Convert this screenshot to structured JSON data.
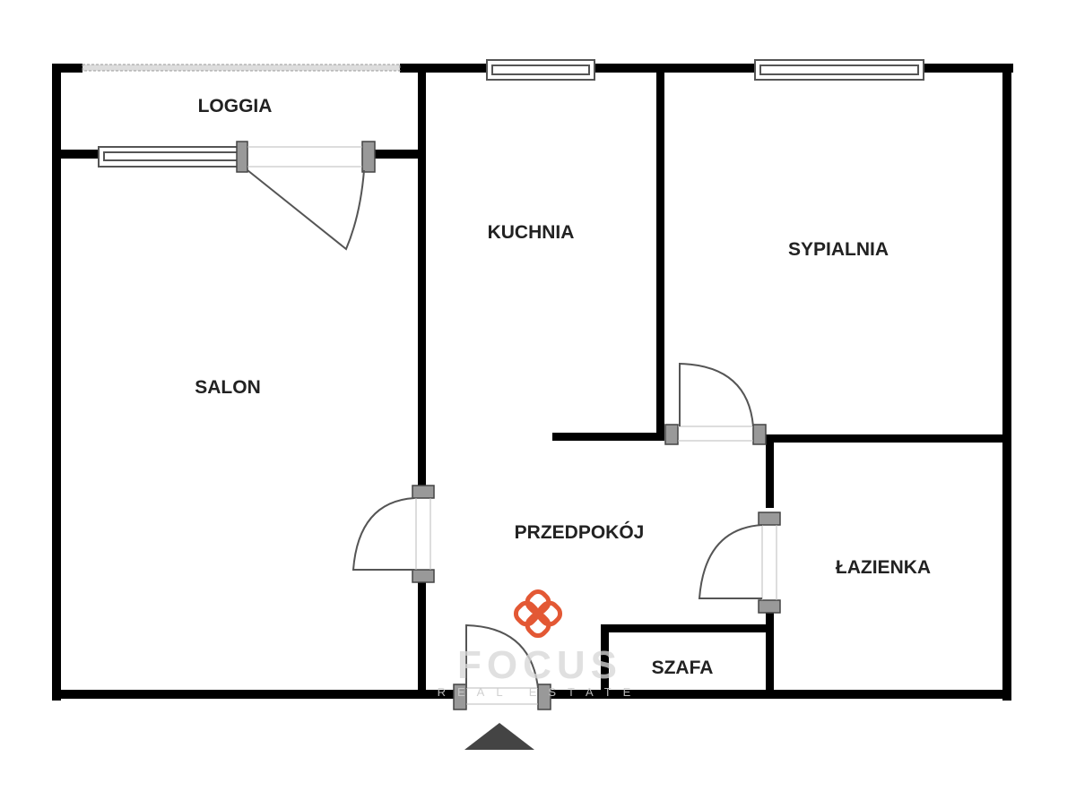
{
  "rooms": {
    "loggia": "LOGGIA",
    "kuchnia": "KUCHNIA",
    "sypialnia": "SYPIALNIA",
    "salon": "SALON",
    "przedpokoj": "PRZEDPOKÓJ",
    "lazienka": "ŁAZIENKA",
    "szafa": "SZAFA"
  },
  "logo": {
    "name": "FOCUS",
    "tagline": "REAL ESTATE",
    "color": "#e0461f"
  },
  "colors": {
    "wall": "#000000",
    "entrance_arrow": "#444444"
  }
}
